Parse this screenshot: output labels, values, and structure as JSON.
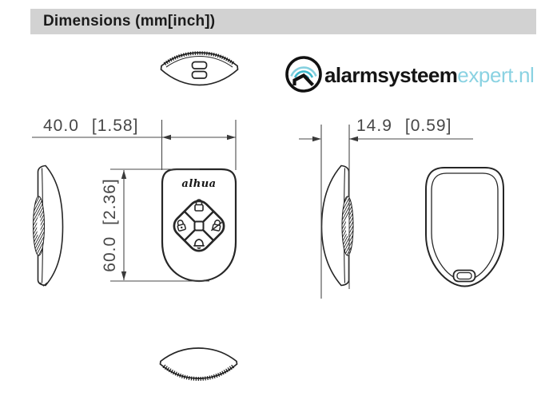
{
  "header": {
    "title": "Dimensions (mm[inch])"
  },
  "logo": {
    "text_bold": "alarmsysteem",
    "text_light": "expert.nl",
    "icon": "wifi-house-icon",
    "colors": {
      "ring": "#111111",
      "arc_inner": "#2d9db5",
      "arc_mid": "#3fb8cc",
      "arc_outer": "#85d0df",
      "text_light": "#8ad2e2"
    }
  },
  "drawing": {
    "device_brand": "alhua",
    "dim_width_mm": "40.0",
    "dim_width_inch": "[1.58]",
    "dim_height_mm": "60.0",
    "dim_height_inch": "[2.36]",
    "dim_depth_mm": "14.9",
    "dim_depth_inch": "[0.59]",
    "button_icons": [
      "arm-lock-icon",
      "home-arm-lock-icon",
      "disarm-lock-icon",
      "sos-bell-icon"
    ],
    "line_color": "#262626"
  }
}
